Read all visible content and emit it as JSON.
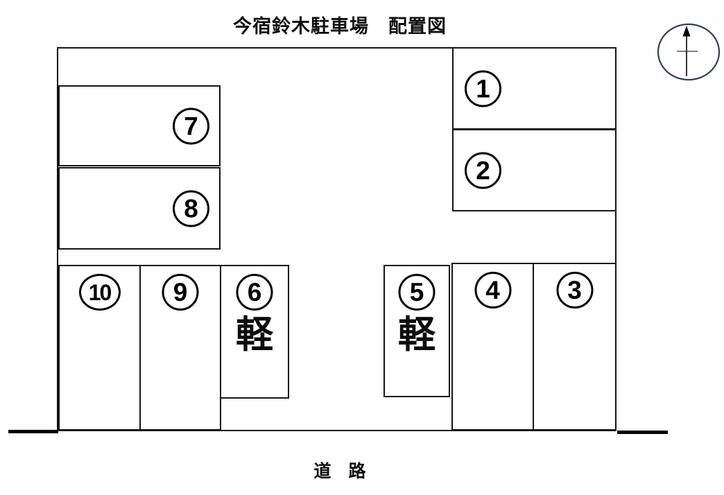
{
  "title": "今宿鈴木駐車場　配置図",
  "road": {
    "label": "道　路"
  },
  "spaces": [
    {
      "number": "1"
    },
    {
      "number": "2"
    },
    {
      "number": "3"
    },
    {
      "number": "4"
    },
    {
      "number": "5",
      "kei_label": "軽"
    },
    {
      "number": "6",
      "kei_label": "軽"
    },
    {
      "number": "7"
    },
    {
      "number": "8"
    },
    {
      "number": "9"
    },
    {
      "number": "10"
    }
  ],
  "colors": {
    "line": "#141414",
    "compass_ring": "#2b3f63"
  }
}
